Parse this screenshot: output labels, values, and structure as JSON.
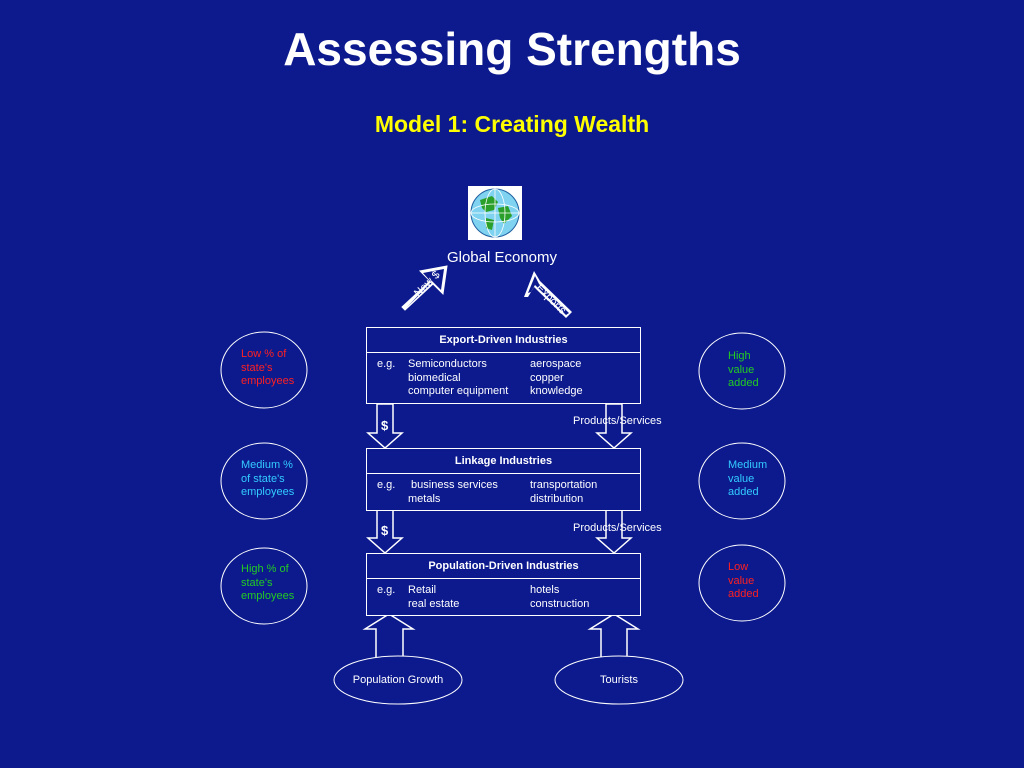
{
  "slide": {
    "title": "Assessing Strengths",
    "subtitle": "Model 1:  Creating Wealth"
  },
  "globe": {
    "icon": "globe-icon",
    "label": "Global Economy"
  },
  "arrows": {
    "new_money": "New $",
    "exports": "Exports",
    "products_services": "Products/Services",
    "dollar": "$"
  },
  "export_box": {
    "title": "Export-Driven  Industries",
    "eg": "e.g.",
    "col1": [
      "Semiconductors",
      "biomedical",
      "computer equipment"
    ],
    "col2": [
      "aerospace",
      "copper",
      "knowledge"
    ]
  },
  "linkage_box": {
    "title": "Linkage Industries",
    "eg": "e.g.",
    "col1": [
      " business services",
      "metals"
    ],
    "col2": [
      "transportation",
      "distribution"
    ]
  },
  "population_box": {
    "title": "Population-Driven Industries",
    "eg": "e.g.",
    "col1": [
      "Retail",
      "real estate"
    ],
    "col2": [
      "hotels",
      "construction"
    ]
  },
  "left_circles": [
    {
      "lines": [
        "Low % of",
        "state's",
        "employees"
      ],
      "color": "#ff2020"
    },
    {
      "lines": [
        "Medium %",
        "of state's",
        "employees"
      ],
      "color": "#33ccff"
    },
    {
      "lines": [
        "High % of",
        "state's",
        "employees"
      ],
      "color": "#22cc22"
    }
  ],
  "right_circles": [
    {
      "lines": [
        "High",
        "value",
        "added"
      ],
      "color": "#22cc22"
    },
    {
      "lines": [
        "Medium",
        "value",
        "added"
      ],
      "color": "#33ccff"
    },
    {
      "lines": [
        "Low",
        "value",
        "added"
      ],
      "color": "#ff2020"
    }
  ],
  "bottom": {
    "population_growth": "Population Growth",
    "tourists": "Tourists"
  }
}
